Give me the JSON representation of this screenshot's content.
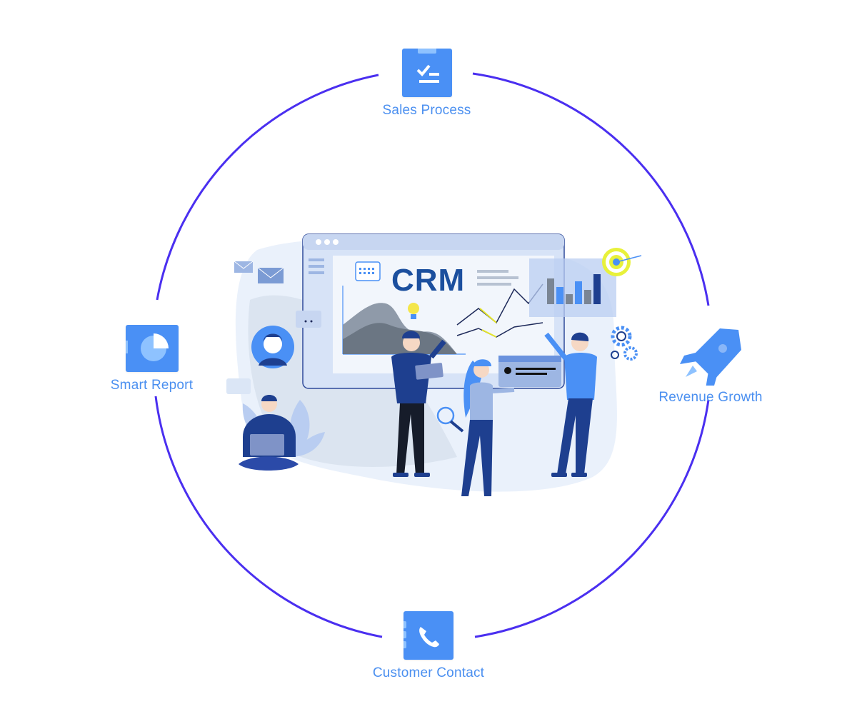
{
  "diagram": {
    "center_title": "CRM",
    "nodes": [
      {
        "id": "sales",
        "label": "Sales Process",
        "icon": "checklist-icon"
      },
      {
        "id": "revenue",
        "label": "Revenue Growth",
        "icon": "rocket-icon"
      },
      {
        "id": "customer",
        "label": "Customer Contact",
        "icon": "phone-icon"
      },
      {
        "id": "smart",
        "label": "Smart Report",
        "icon": "pie-chart-icon"
      }
    ],
    "colors": {
      "ring": "#4a2ff0",
      "icon_tile": "#4a90f5",
      "label": "#4a8ff0",
      "crm_text": "#1b4f9e"
    }
  }
}
